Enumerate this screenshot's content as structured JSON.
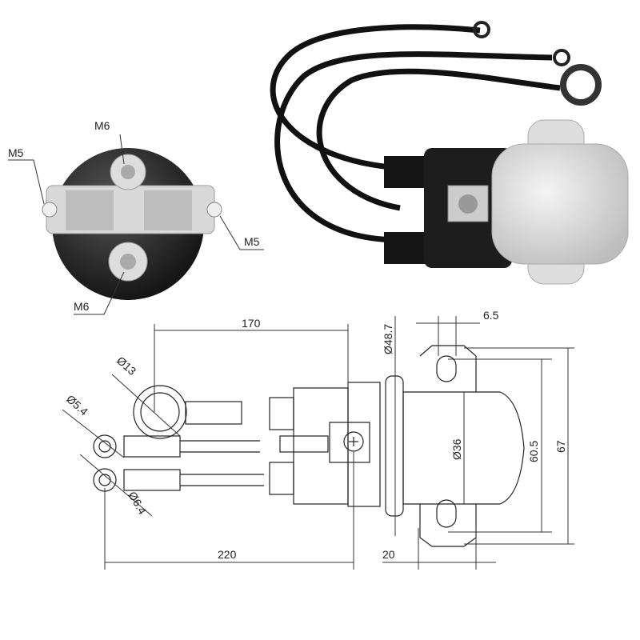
{
  "photo_front": {
    "labels": {
      "top_m6": "M6",
      "left_m5": "M5",
      "right_m5": "M5",
      "bottom_m6": "M6"
    }
  },
  "drawing": {
    "dimensions": {
      "cable_170": "170",
      "bracket_6_5": "6.5",
      "flange_dia": "Ø48.7",
      "ring_large": "Ø13",
      "ring_small_1": "Ø5.4",
      "ring_small_2": "Ø6.4",
      "body_dia": "Ø36",
      "hole_spacing": "60.5",
      "bracket_height": "67",
      "overall_220": "220",
      "bracket_20": "20"
    }
  },
  "colors": {
    "line": "#222222",
    "body_photo": "#2a2a2a",
    "cap_photo": "#e6e6e6"
  }
}
